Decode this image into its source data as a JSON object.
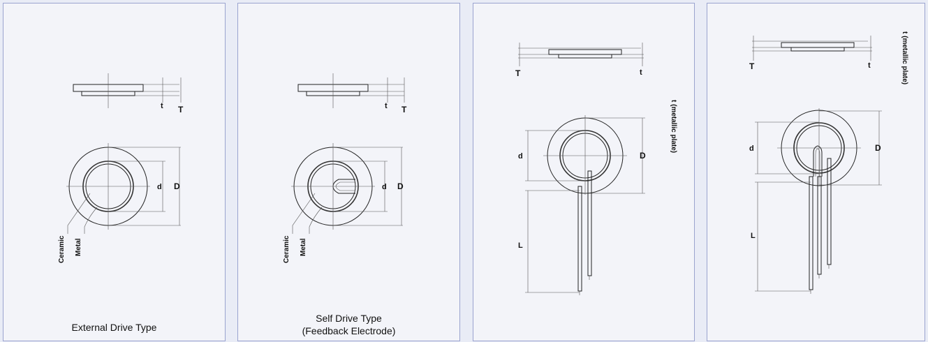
{
  "panels": [
    {
      "caption_line1": "External Drive Type",
      "caption_line2": "",
      "labels": {
        "t": "t",
        "T": "T",
        "d": "d",
        "D": "D",
        "ceramic": "Ceramic",
        "metal": "Metal"
      }
    },
    {
      "caption_line1": "Self Drive Type",
      "caption_line2": "(Feedback Electrode)",
      "labels": {
        "t": "t",
        "T": "T",
        "d": "d",
        "D": "D",
        "ceramic": "Ceramic",
        "metal": "Metal"
      }
    },
    {
      "caption_line1": "",
      "caption_line2": "",
      "labels": {
        "T": "T",
        "t": "t",
        "d": "d",
        "D": "D",
        "L": "L",
        "t_metallic": "t (metallic plate)"
      }
    },
    {
      "caption_line1": "",
      "caption_line2": "",
      "labels": {
        "T": "T",
        "t": "t",
        "d": "d",
        "D": "D",
        "L": "L",
        "t_metallic": "t (metallic plate)"
      }
    }
  ],
  "colors": {
    "background": "#e9ecf6",
    "panel": "#f3f4f9",
    "border": "#9aa3cf",
    "line": "#222222"
  }
}
